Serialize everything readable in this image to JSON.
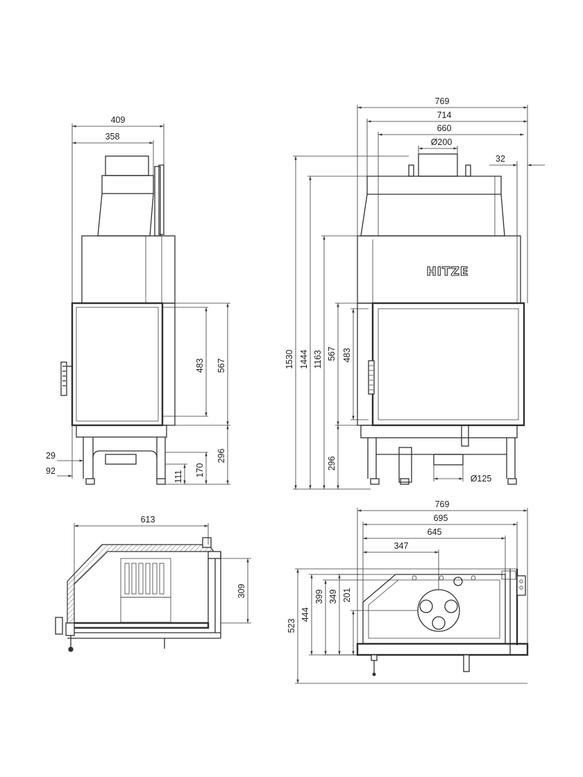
{
  "colors": {
    "line": "#2e2e2e",
    "background": "#ffffff"
  },
  "brand": {
    "logo_text": "HITZE"
  },
  "side_view": {
    "width_outer": "409",
    "width_top": "358",
    "door_height": "483",
    "glass_height": "567",
    "base_height": "296",
    "leg_height": "170",
    "foot_height": "111",
    "offset_29": "29",
    "offset_92": "92"
  },
  "front_view": {
    "width_overall": "769",
    "width_body": "714",
    "width_flue": "660",
    "flue_diameter": "Ø200",
    "offset_right": "32",
    "height_total": "1530",
    "height_top": "1444",
    "height_body": "1163",
    "glass_height": "567",
    "door_height": "483",
    "base_height": "296",
    "inlet_diameter": "Ø125"
  },
  "plan_left": {
    "depth": "613",
    "side_glass": "309"
  },
  "plan_right": {
    "width_overall": "769",
    "width_695": "695",
    "width_645": "645",
    "width_347": "347",
    "depth_523": "523",
    "depth_444": "444",
    "depth_399": "399",
    "depth_349": "349",
    "depth_201": "201"
  }
}
